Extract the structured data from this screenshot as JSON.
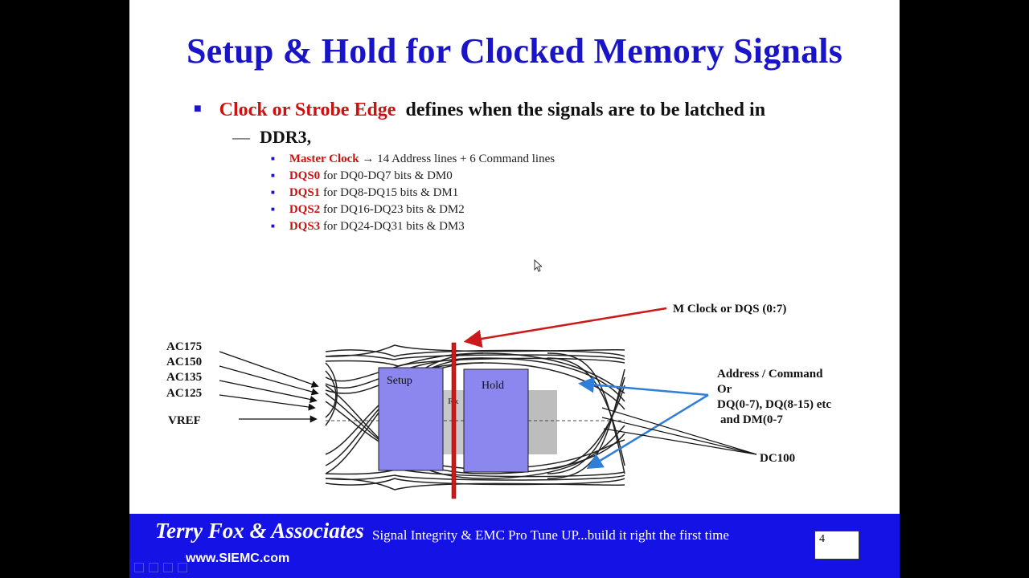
{
  "title": "Setup & Hold for Clocked Memory Signals",
  "bullet": {
    "highlight": "Clock or Strobe Edge",
    "rest": "defines when the signals are to be latched in"
  },
  "sub_heading": "DDR3,",
  "sub_items": [
    {
      "key": "Master Clock",
      "text": "→ 14 Address lines + 6 Command lines"
    },
    {
      "key": "DQS0",
      "text": "for DQ0-DQ7 bits & DM0"
    },
    {
      "key": "DQS1",
      "text": "for DQ8-DQ15 bits & DM1"
    },
    {
      "key": "DQS2",
      "text": "for DQ16-DQ23 bits & DM2"
    },
    {
      "key": "DQS3",
      "text": "for DQ24-DQ31 bits & DM3"
    }
  ],
  "diagram": {
    "levels": [
      "AC175",
      "AC150",
      "AC135",
      "AC125"
    ],
    "vref": "VREF",
    "setup": "Setup",
    "hold": "Hold",
    "box_mark": "Rx",
    "clock_label": "M Clock or DQS (0:7)",
    "signal_label_lines": [
      "Address / Command",
      "Or",
      "DQ(0-7), DQ(8-15) etc",
      "and DM(0-7"
    ],
    "dc_label": "DC100",
    "colors": {
      "clock": "#cc1a1a",
      "setup_hold": "#8b87ef",
      "arrow_blue": "#2f7ed8",
      "shade": "#c8c8c8"
    }
  },
  "footer": {
    "brand": "Terry Fox & Associates",
    "tagline": "Signal Integrity & EMC Pro Tune UP...build it right the first time",
    "url": "www.SIEMC.com",
    "page": "4"
  }
}
